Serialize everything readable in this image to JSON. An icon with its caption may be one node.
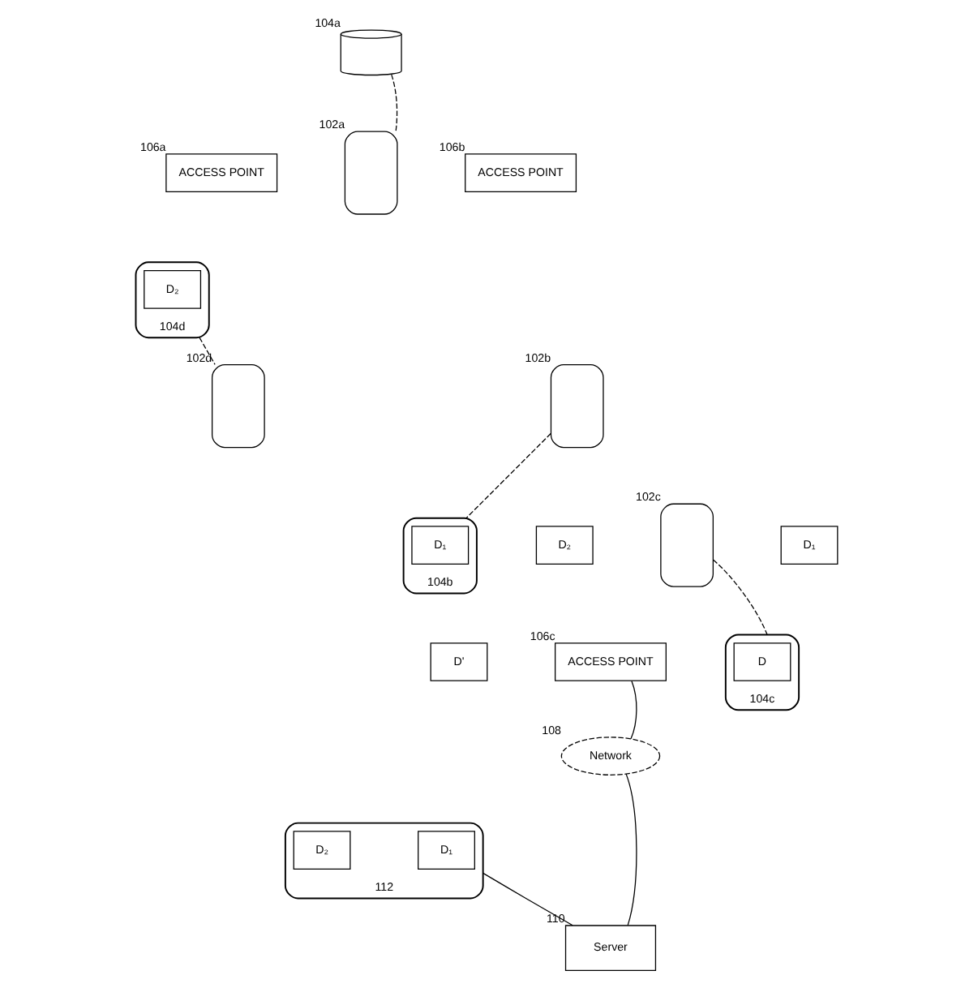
{
  "diagram": {
    "nodes": [
      {
        "text": [],
        "shape": "cylinder",
        "beside": [
          "104a"
        ]
      },
      {
        "text": [
          "ACCESS POINT"
        ],
        "beside": [
          "106a"
        ]
      },
      {
        "text": [],
        "shape": "phone",
        "beside": [
          "102a"
        ]
      },
      {
        "text": [
          "ACCESS POINT"
        ],
        "beside": [
          "106b"
        ]
      },
      {
        "text": [],
        "shape": "cylinder",
        "beside": [
          "104d"
        ]
      },
      {
        "text": [
          "D₂"
        ],
        "in": 4
      },
      {
        "text": [],
        "shape": "phone",
        "beside": [
          "102d"
        ]
      },
      {
        "text": [],
        "shape": "phone",
        "beside": [
          "102b"
        ]
      },
      {
        "text": [],
        "shape": "cylinder",
        "beside": [
          "104b"
        ]
      },
      {
        "text": [
          "D₁"
        ],
        "in": 8
      },
      {
        "text": [
          "D₂"
        ]
      },
      {
        "text": [],
        "shape": "phone",
        "beside": [
          "102c"
        ]
      },
      {
        "text": [
          "D₁"
        ]
      },
      {
        "text": [
          "D'"
        ]
      },
      {
        "text": [
          "ACCESS POINT"
        ],
        "beside": [
          "106c"
        ]
      },
      {
        "text": [],
        "shape": "cylinder",
        "beside": [
          "104c"
        ]
      },
      {
        "text": [
          "D"
        ],
        "in": 15
      },
      {
        "text": [
          "Network"
        ],
        "beside": [
          "108"
        ]
      },
      {
        "text": [],
        "shape": "cylinder",
        "beside": [
          "112"
        ]
      },
      {
        "text": [
          "D₁"
        ],
        "in": 18
      },
      {
        "text": [
          "D₂"
        ],
        "in": 18
      },
      {
        "text": [
          "Server"
        ],
        "beside": [
          "110"
        ]
      }
    ],
    "edges": [
      {
        "from": 0,
        "to": 2,
        "arrow": "none",
        "style": "dashed"
      },
      {
        "from": 4,
        "to": 6,
        "arrow": "none",
        "style": "dashed"
      },
      {
        "from": 7,
        "to": 8,
        "arrow": "none",
        "style": "dashed"
      },
      {
        "from": 11,
        "to": 15,
        "arrow": "none",
        "style": "dashed"
      },
      {
        "from": 14,
        "to": 17,
        "arrow": "none"
      },
      {
        "from": 17,
        "to": 21,
        "arrow": "none"
      },
      {
        "from": 18,
        "to": 21,
        "arrow": "none"
      }
    ]
  }
}
